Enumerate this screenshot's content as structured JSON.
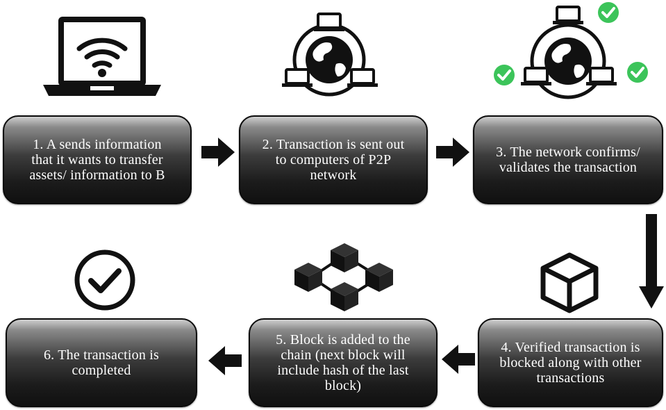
{
  "steps": [
    {
      "text": "1. A sends information\nthat it wants to transfer\nassets/ information to B"
    },
    {
      "text": "2. Transaction is sent out\nto computers of P2P\nnetwork"
    },
    {
      "text": "3. The network confirms/\nvalidates the transaction"
    },
    {
      "text": "4. Verified transaction is\nblocked along with other\ntransactions"
    },
    {
      "text": "5. Block is added to the\nchain (next block will\ninclude hash of the last\nblock)"
    },
    {
      "text": "6. The transaction is\ncompleted"
    }
  ],
  "icons": {
    "step1": "laptop-wifi-icon",
    "step2": "p2p-network-icon",
    "step3": "validated-network-icon",
    "step4": "cube-icon",
    "step5": "blockchain-icon",
    "step6": "check-circle-icon"
  },
  "colors": {
    "check_green": "#3cc45a",
    "box_dark": "#1c1c1c"
  }
}
